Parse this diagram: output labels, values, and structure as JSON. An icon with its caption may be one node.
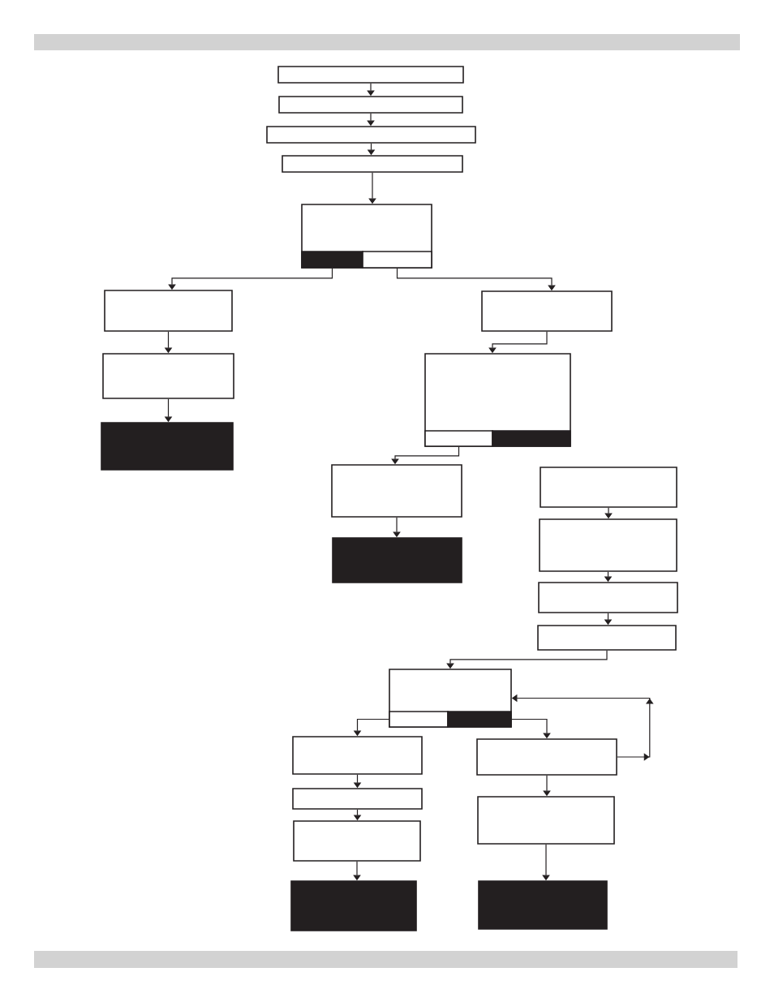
{
  "diagram": {
    "nodes": [
      {
        "text": [],
        "shape": "box"
      },
      {
        "text": [],
        "shape": "box"
      },
      {
        "text": [],
        "shape": "box"
      },
      {
        "text": [],
        "shape": "box"
      },
      {
        "text": [],
        "shape": "box"
      },
      {
        "text": [],
        "shape": "box",
        "in": 4
      },
      {
        "text": [],
        "shape": "box",
        "in": 4
      },
      {
        "text": [],
        "shape": "box"
      },
      {
        "text": [],
        "shape": "box"
      },
      {
        "text": [],
        "shape": "box"
      },
      {
        "text": [],
        "shape": "box"
      },
      {
        "text": [],
        "shape": "box"
      },
      {
        "text": [],
        "shape": "box",
        "in": 11
      },
      {
        "text": [],
        "shape": "box",
        "in": 11
      },
      {
        "text": [],
        "shape": "box"
      },
      {
        "text": [],
        "shape": "box"
      },
      {
        "text": [],
        "shape": "box"
      },
      {
        "text": [],
        "shape": "box"
      },
      {
        "text": [],
        "shape": "box"
      },
      {
        "text": [],
        "shape": "box"
      },
      {
        "text": [],
        "shape": "box"
      },
      {
        "text": [],
        "shape": "box",
        "in": 20
      },
      {
        "text": [],
        "shape": "box",
        "in": 20
      },
      {
        "text": [],
        "shape": "box"
      },
      {
        "text": [],
        "shape": "box"
      },
      {
        "text": [],
        "shape": "box"
      },
      {
        "text": [],
        "shape": "box"
      },
      {
        "text": [],
        "shape": "box"
      },
      {
        "text": [],
        "shape": "box"
      },
      {
        "text": [],
        "shape": "box"
      }
    ],
    "edges": [
      {
        "from": 0,
        "to": 1,
        "arrow": "to"
      },
      {
        "from": 1,
        "to": 2,
        "arrow": "to"
      },
      {
        "from": 2,
        "to": 3,
        "arrow": "to"
      },
      {
        "from": 3,
        "to": 4,
        "arrow": "to"
      },
      {
        "from": 5,
        "to": 7,
        "arrow": "to"
      },
      {
        "from": 6,
        "to": 10,
        "arrow": "to"
      },
      {
        "from": 7,
        "to": 8,
        "arrow": "to"
      },
      {
        "from": 8,
        "to": 9,
        "arrow": "to"
      },
      {
        "from": 10,
        "to": 11,
        "arrow": "to"
      },
      {
        "from": 12,
        "to": 14,
        "arrow": "to"
      },
      {
        "from": 14,
        "to": 15,
        "arrow": "to"
      },
      {
        "from": 16,
        "to": 17,
        "arrow": "to"
      },
      {
        "from": 17,
        "to": 18,
        "arrow": "to"
      },
      {
        "from": 18,
        "to": 19,
        "arrow": "to"
      },
      {
        "from": 19,
        "to": 20,
        "arrow": "to"
      },
      {
        "from": 21,
        "to": 23,
        "arrow": "to"
      },
      {
        "from": 22,
        "to": 27,
        "arrow": "to"
      },
      {
        "from": 23,
        "to": 24,
        "arrow": "to"
      },
      {
        "from": 24,
        "to": 25,
        "arrow": "to"
      },
      {
        "from": 25,
        "to": 26,
        "arrow": "to"
      },
      {
        "from": 27,
        "to": 28,
        "arrow": "to"
      },
      {
        "from": 28,
        "to": 29,
        "arrow": "to"
      },
      {
        "from": 27,
        "to": 20,
        "arrow": "to"
      }
    ]
  }
}
